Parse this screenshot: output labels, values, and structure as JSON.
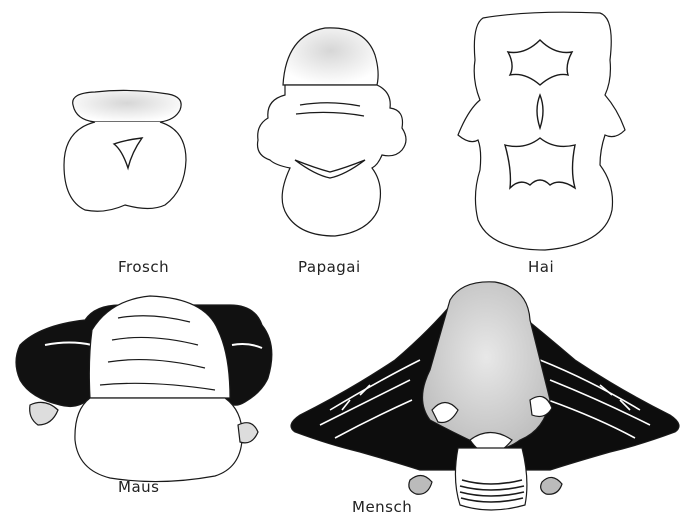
{
  "figure": {
    "labels": {
      "frosch": "Frosch",
      "papagai": "Papagai",
      "hai": "Hai",
      "maus": "Maus",
      "mensch": "Mensch"
    }
  },
  "colors": {
    "ink": "#1a1a1a",
    "paper": "#ffffff",
    "shade": "#d9d9d9"
  }
}
